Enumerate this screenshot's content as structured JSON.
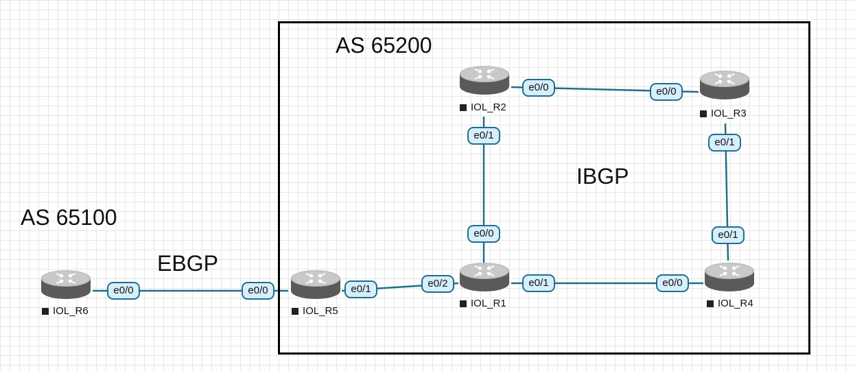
{
  "labels": {
    "as_inner": "AS 65200",
    "as_outer": "AS 65100",
    "ibgp": "IBGP",
    "ebgp": "EBGP"
  },
  "colors": {
    "wire": "#1f6f8b",
    "port_fill": "#d7eefb",
    "router_body": "#5a5a5a",
    "router_top": "#bdbdbd"
  },
  "routers": {
    "r1": "IOL_R1",
    "r2": "IOL_R2",
    "r3": "IOL_R3",
    "r4": "IOL_R4",
    "r5": "IOL_R5",
    "r6": "IOL_R6"
  },
  "ports": {
    "r6_e0_0": "e0/0",
    "r5_e0_0": "e0/0",
    "r5_e0_1": "e0/1",
    "r1_e0_2": "e0/2",
    "r1_e0_1": "e0/1",
    "r4_e0_0": "e0/0",
    "r1_e0_0": "e0/0",
    "r2_e0_1": "e0/1",
    "r2_e0_0": "e0/0",
    "r3_e0_0": "e0/0",
    "r3_e0_1": "e0/1",
    "r4_e0_1": "e0/1"
  },
  "icons": {
    "router": "router-icon"
  }
}
